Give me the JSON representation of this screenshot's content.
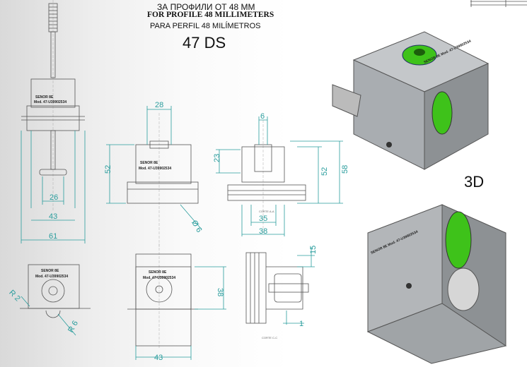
{
  "header": {
    "title_ru": "ЗА ПРОФИЛИ ОТ 48 ММ",
    "title_en": "FOR PROFILE 48 MILLIMETERS",
    "title_es": "PARA PERFIL 48 MILÍMETROS",
    "model": "47 DS"
  },
  "label_3d": "3D",
  "part_marking": {
    "brand": "SENOR 8E",
    "model": "Mod. 47-U39902534"
  },
  "sections": {
    "a": "CORTE A-A",
    "c": "CORTE C-C"
  },
  "dimensions": {
    "front_26": "26",
    "front_43": "43",
    "front_61": "61",
    "r2": "R 2",
    "r6": "R 6",
    "mid_28": "28",
    "mid_52": "52",
    "mid_d6": "Ø 6",
    "sec_6": "6",
    "sec_23": "23",
    "sec_52": "52",
    "sec_58": "58",
    "sec_35": "35",
    "sec_38": "38",
    "bot_43": "43",
    "bot_38": "38",
    "secc_15": "15",
    "secc_1": "1"
  },
  "colors": {
    "dimension": "#2a9d9d",
    "roller": "#3ec21a",
    "metal": "#a9adb1"
  }
}
